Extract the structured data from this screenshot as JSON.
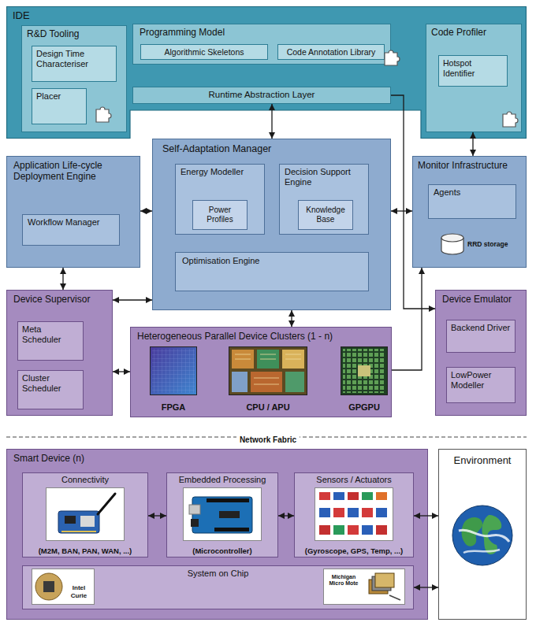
{
  "diagram": {
    "nodes": [
      {
        "text": [
          "IDE"
        ]
      },
      {
        "text": [
          "R&D Tooling"
        ],
        "in": 0
      },
      {
        "text": [
          "Design Time Characteriser"
        ],
        "in": 1
      },
      {
        "text": [
          "Placer"
        ],
        "in": 1
      },
      {
        "text": [
          "Programming Model"
        ],
        "in": 0
      },
      {
        "text": [
          "Algorithmic Skeletons"
        ],
        "in": 4
      },
      {
        "text": [
          "Code Annotation Library"
        ],
        "in": 4
      },
      {
        "text": [
          "Runtime Abstraction Layer"
        ],
        "in": 0
      },
      {
        "text": [
          "Code Profiler"
        ],
        "in": 0
      },
      {
        "text": [
          "Hotspot Identifier"
        ],
        "in": 8
      },
      {
        "text": [
          "Application Life-cycle Deployment Engine"
        ]
      },
      {
        "text": [
          "Workflow Manager"
        ],
        "in": 10
      },
      {
        "text": [
          "Self-Adaptation Manager"
        ]
      },
      {
        "text": [
          "Energy Modeller"
        ],
        "in": 12
      },
      {
        "text": [
          "Power Profiles"
        ],
        "in": 13
      },
      {
        "text": [
          "Decision Support Engine"
        ],
        "in": 12
      },
      {
        "text": [
          "Knowledge Base"
        ],
        "in": 15
      },
      {
        "text": [
          "Optimisation Engine"
        ],
        "in": 12
      },
      {
        "text": [
          "Monitor Infrastructure"
        ]
      },
      {
        "text": [
          "Agents"
        ],
        "in": 18
      },
      {
        "text": [
          "RRD storage"
        ],
        "in": 18
      },
      {
        "text": [
          "Device Supervisor"
        ]
      },
      {
        "text": [
          "Meta Scheduler"
        ],
        "in": 21
      },
      {
        "text": [
          "Cluster Scheduler"
        ],
        "in": 21
      },
      {
        "text": [
          "Heterogeneous Parallel Device Clusters (1 - n)"
        ]
      },
      {
        "text": [
          "Device Emulator"
        ]
      },
      {
        "text": [
          "Backend Driver"
        ],
        "in": 25
      },
      {
        "text": [
          "LowPower Modeller"
        ],
        "in": 25
      },
      {
        "text": [
          "Smart Device (n)"
        ]
      },
      {
        "text": [
          "Connectivity",
          "(M2M, BAN, PAN, WAN, ...)"
        ],
        "in": 28
      },
      {
        "text": [
          "Embedded Processing",
          "(Microcontroller)"
        ],
        "in": 28
      },
      {
        "text": [
          "Sensors / Actuators",
          "(Gyroscope, GPS, Temp, ...)"
        ],
        "in": 28
      },
      {
        "text": [
          "System on Chip"
        ],
        "in": 28
      },
      {
        "text": [
          "Environment"
        ]
      }
    ],
    "edges": [
      {
        "from": 7,
        "to": 12,
        "arrow": "both"
      },
      {
        "from": 8,
        "to": 18,
        "arrow": "both"
      },
      {
        "from": 7,
        "to": 25,
        "arrow": "to"
      },
      {
        "from": 10,
        "to": 12,
        "arrow": "both"
      },
      {
        "from": 12,
        "to": 18,
        "arrow": "both"
      },
      {
        "from": 10,
        "to": 21,
        "arrow": "both"
      },
      {
        "from": 21,
        "to": 12,
        "arrow": "both"
      },
      {
        "from": 12,
        "to": 24,
        "arrow": "both"
      },
      {
        "from": 21,
        "to": 24,
        "arrow": "both"
      },
      {
        "from": 24,
        "to": 18,
        "arrow": "to"
      },
      {
        "from": 29,
        "to": 30,
        "arrow": "both"
      },
      {
        "from": 30,
        "to": 31,
        "arrow": "both"
      },
      {
        "from": 31,
        "to": 33,
        "arrow": "both"
      },
      {
        "from": 32,
        "to": 33,
        "arrow": "both"
      }
    ],
    "labels": [
      "Network Fabric",
      "FPGA",
      "CPU / APU",
      "GPGPU",
      "Intel Curie",
      "Michigan Micro Mote"
    ]
  }
}
